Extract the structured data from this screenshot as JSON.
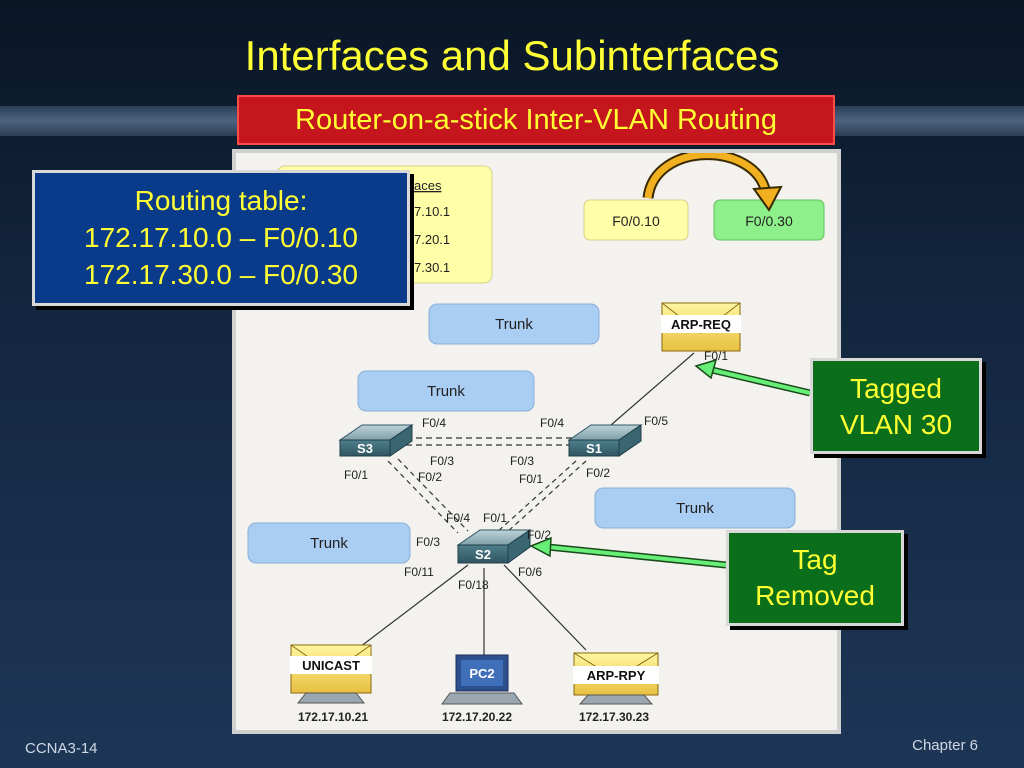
{
  "title": "Interfaces and Subinterfaces",
  "subtitle": "Router-on-a-stick Inter-VLAN Routing",
  "routing_table": {
    "line1": "Routing table:",
    "line2": "172.17.10.0 – F0/0.10",
    "line3": "172.17.30.0 – F0/0.30"
  },
  "interfaces_box": {
    "heading": "aces",
    "line1": "7.10.1",
    "line2": "7.20.1",
    "line3": "7.30.1"
  },
  "subinterfaces": {
    "left": "F0/0.10",
    "right": "F0/0.30"
  },
  "packets": {
    "arp_req": "ARP-REQ",
    "unicast": "UNICAST",
    "arp_rpy": "ARP-RPY",
    "pc2": "PC2"
  },
  "trunks": {
    "t1": "Trunk",
    "t2": "Trunk",
    "t3": "Trunk",
    "t4": "Trunk"
  },
  "switches": {
    "s1": "S1",
    "s2": "S2",
    "s3": "S3"
  },
  "ports": {
    "s3_f04": "F0/4",
    "s1_f04": "F0/4",
    "s1_f05": "F0/5",
    "s1_f01_top": "F0/1",
    "s3_f03": "F0/3",
    "s1_f03": "F0/3",
    "s3_f01": "F0/1",
    "s3_f02": "F0/2",
    "s1_f01": "F0/1",
    "s1_f02": "F0/2",
    "s2_f04": "F0/4",
    "s2_f01": "F0/1",
    "s2_f02": "F0/2",
    "s2_f03": "F0/3",
    "s2_f011": "F0/11",
    "s2_f018": "F0/18",
    "s2_f06": "F0/6"
  },
  "hosts": {
    "h1": "172.17.10.21",
    "h2": "172.17.20.22",
    "h3": "172.17.30.23"
  },
  "callouts": {
    "tagged_l1": "Tagged",
    "tagged_l2": "VLAN 30",
    "removed_l1": "Tag",
    "removed_l2": "Removed"
  },
  "footer": {
    "left": "CCNA3-14",
    "right": "Chapter 6"
  },
  "colors": {
    "title": "#ffff33",
    "trunk_fill": "#a9cdf3",
    "yellow_box": "#ffffa8",
    "green_box": "#8ef08a",
    "callout_green": "#0a6e1a",
    "routing_blue": "#0a3a8a",
    "arrow_green": "#66ee77"
  }
}
